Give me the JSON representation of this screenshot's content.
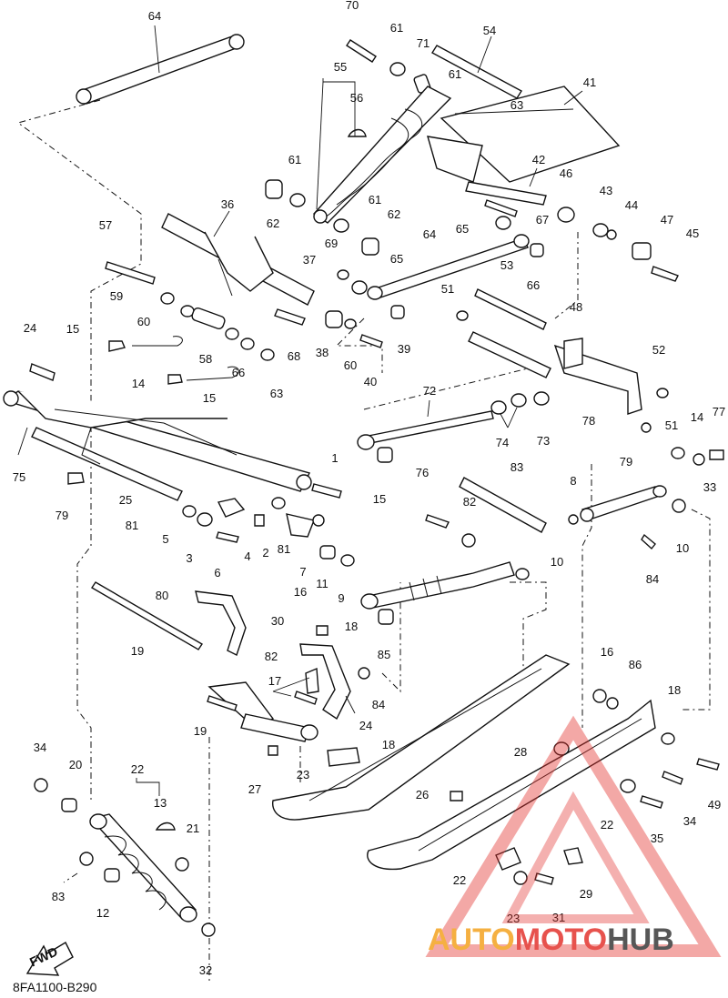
{
  "diagram_code": "8FA1100-B290",
  "fwd_label": "FWD",
  "watermark": {
    "part1": "AUTO",
    "part2": "MOTO",
    "part3": "HUB",
    "color_orange": "#f4a321",
    "color_red": "#e3342f",
    "color_dark": "#3a3a3a"
  },
  "callouts": [
    "64",
    "70",
    "61",
    "71",
    "54",
    "55",
    "56",
    "61",
    "63",
    "41",
    "61",
    "42",
    "46",
    "43",
    "44",
    "62",
    "61",
    "62",
    "65",
    "67",
    "36",
    "47",
    "45",
    "57",
    "69",
    "64",
    "53",
    "37",
    "65",
    "66",
    "59",
    "60",
    "51",
    "48",
    "24",
    "15",
    "58",
    "68",
    "38",
    "39",
    "66",
    "60",
    "52",
    "14",
    "40",
    "63",
    "15",
    "72",
    "14",
    "77",
    "78",
    "51",
    "74",
    "73",
    "75",
    "1",
    "8",
    "79",
    "76",
    "83",
    "33",
    "79",
    "25",
    "15",
    "82",
    "81",
    "5",
    "4",
    "2",
    "3",
    "10",
    "6",
    "81",
    "7",
    "11",
    "9",
    "10",
    "84",
    "80",
    "16",
    "19",
    "30",
    "18",
    "16",
    "86",
    "85",
    "82",
    "18",
    "17",
    "84",
    "19",
    "24",
    "18",
    "28",
    "34",
    "22",
    "20",
    "23",
    "27",
    "26",
    "13",
    "21",
    "22",
    "34",
    "49",
    "83",
    "35",
    "22",
    "29",
    "12",
    "23",
    "31",
    "32",
    "22"
  ]
}
